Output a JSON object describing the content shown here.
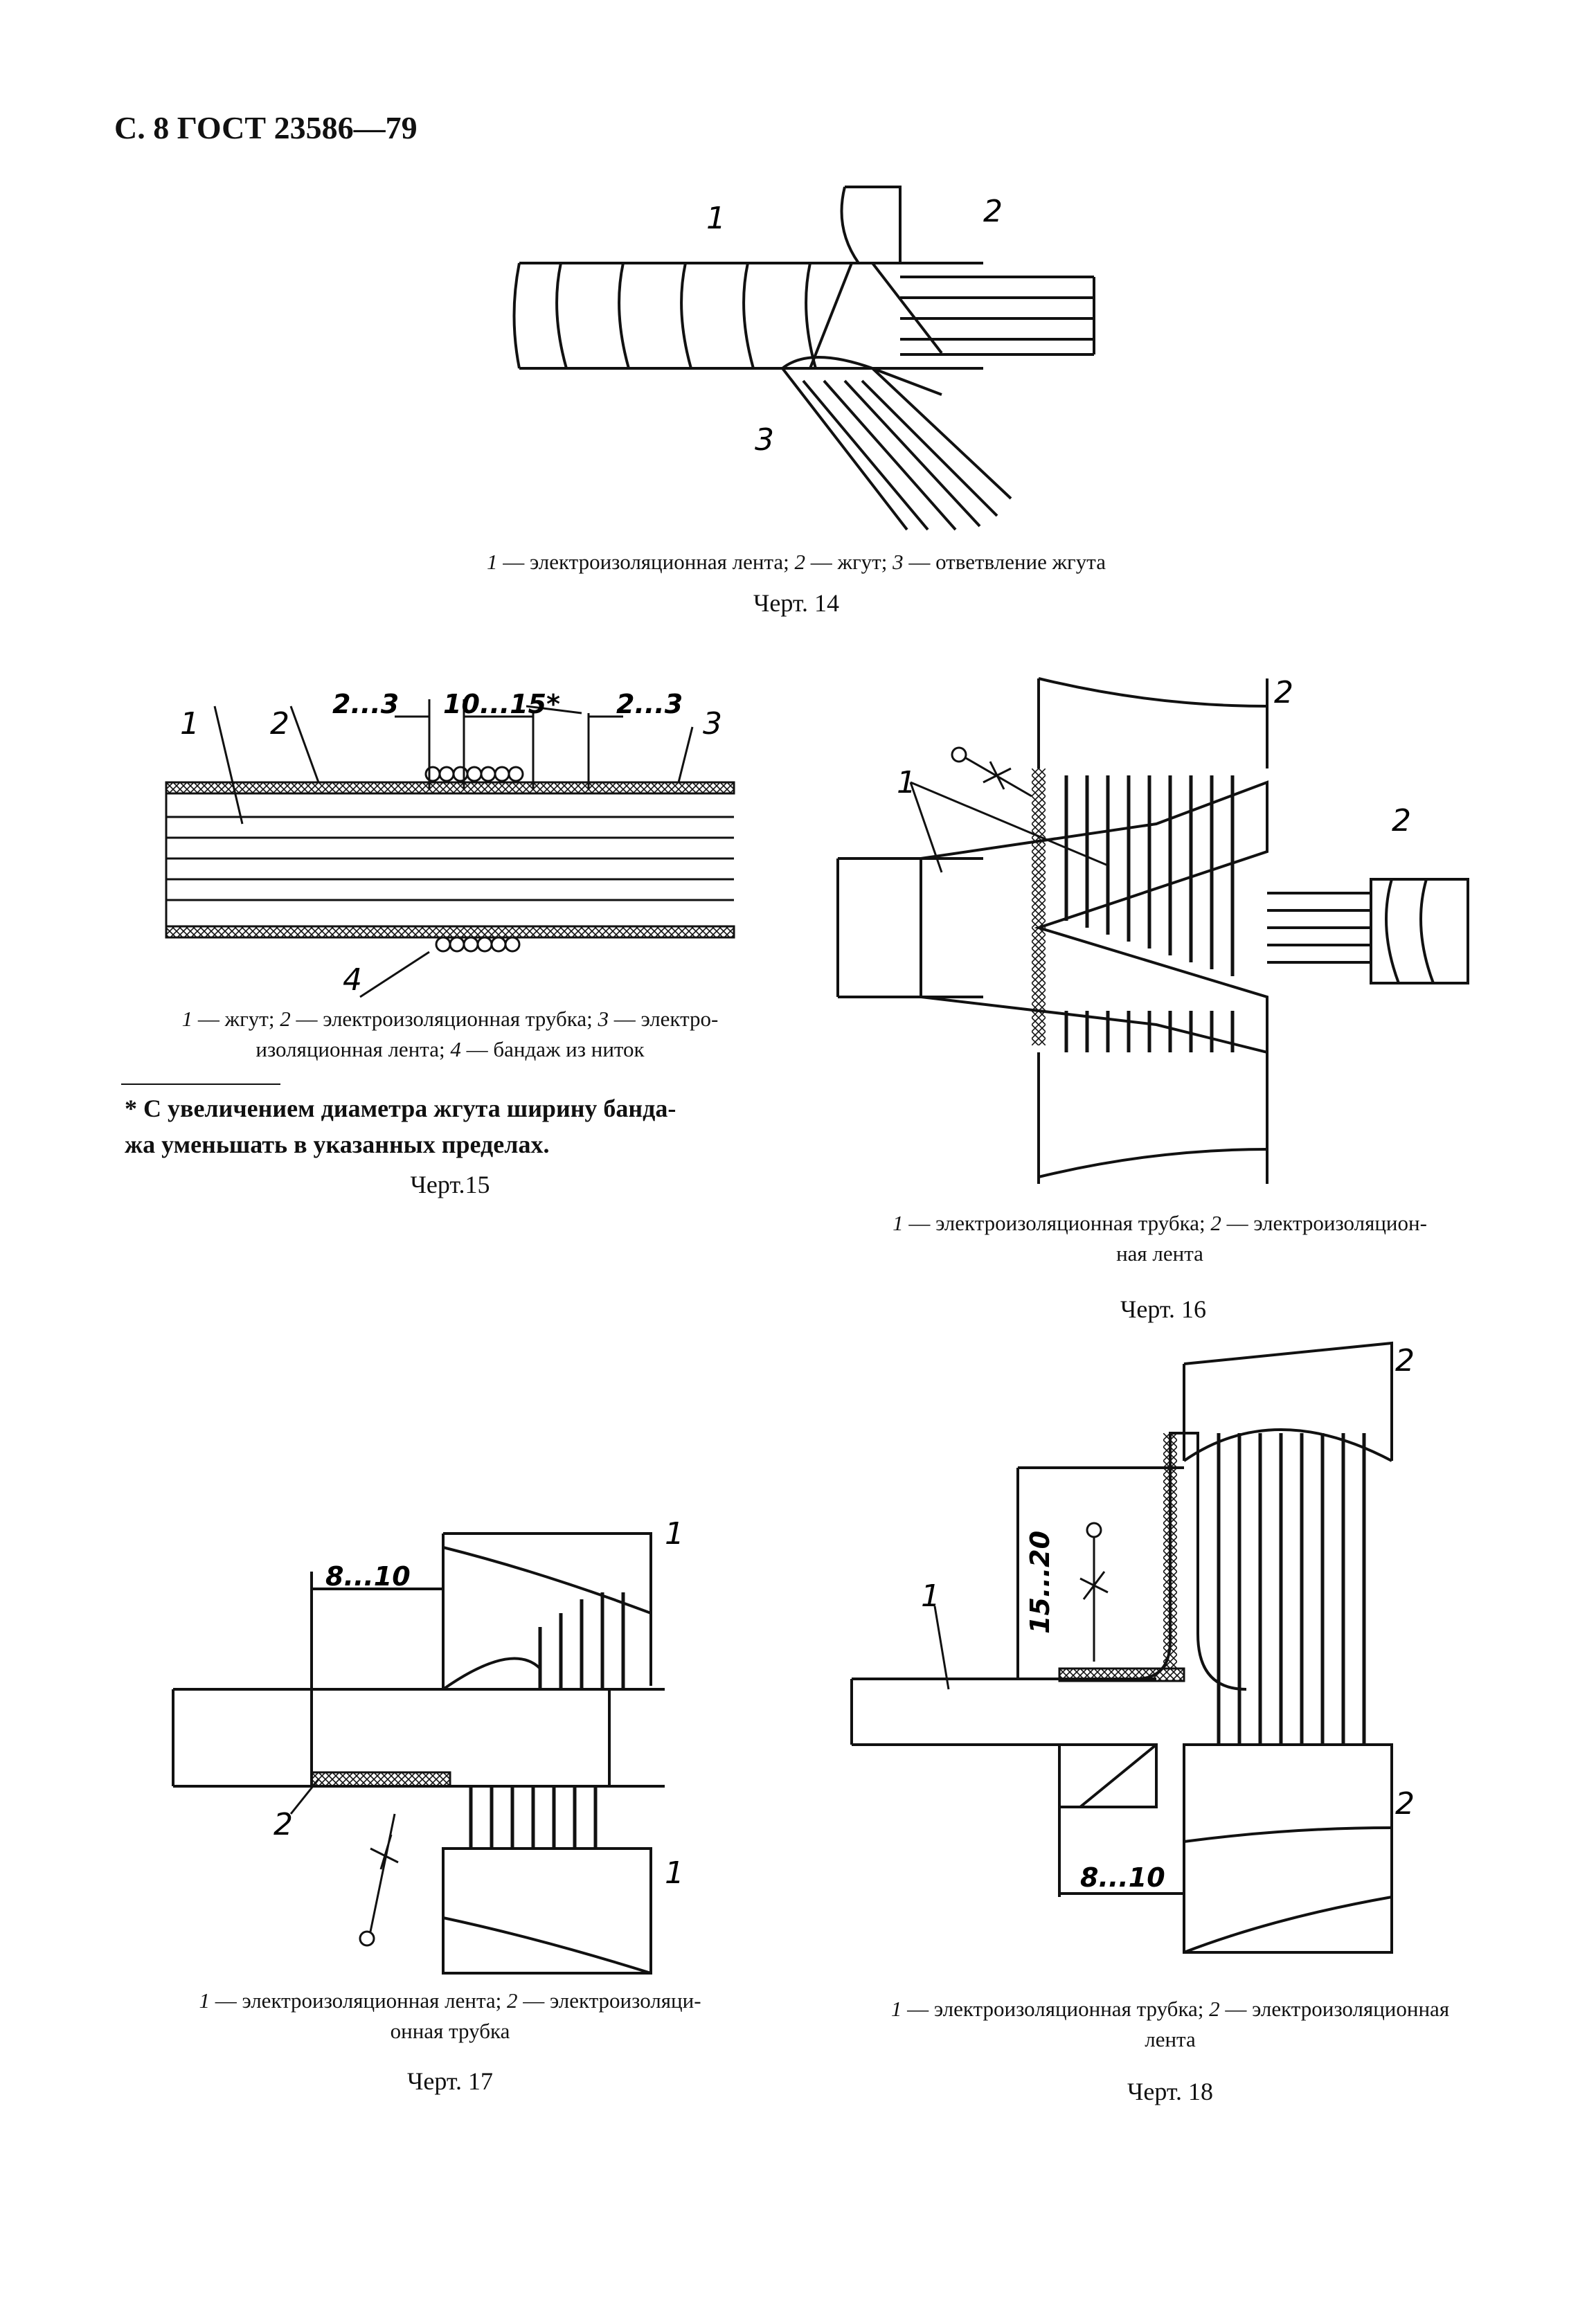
{
  "header": "С. 8 ГОСТ 23586—79",
  "figures": {
    "f14": {
      "labels": [
        "1",
        "2",
        "3"
      ],
      "caption": [
        {
          "num": "1",
          "text": " — электроизоляционная лента; "
        },
        {
          "num": "2",
          "text": " — жгут; "
        },
        {
          "num": "3",
          "text": " — ответвление жгута"
        }
      ],
      "title": "Черт. 14"
    },
    "f15": {
      "labels": [
        "1",
        "2",
        "3",
        "4"
      ],
      "dims": [
        "2...3",
        "10...15*",
        "2...3"
      ],
      "caption_line1": [
        {
          "num": "1",
          "text": " — жгут; "
        },
        {
          "num": "2",
          "text": " — электроизоляционная трубка; "
        },
        {
          "num": "3",
          "text": " — электро-"
        }
      ],
      "caption_line2": [
        {
          "num": "",
          "text": "изоляционная лента; "
        },
        {
          "num": "4",
          "text": " — бандаж из ниток"
        }
      ],
      "footnote_line1": "*  С увеличением диаметра жгута ширину банда-",
      "footnote_line2": "жа уменьшать в указанных пределах.",
      "title": "Черт.15"
    },
    "f16": {
      "labels": [
        "1",
        "2",
        "2"
      ],
      "caption_line1": [
        {
          "num": "1",
          "text": " — электроизоляционная трубка; "
        },
        {
          "num": "2",
          "text": " — электроизоляцион-"
        }
      ],
      "caption_line2": "ная лента",
      "title": "Черт. 16"
    },
    "f17": {
      "labels": [
        "1",
        "1",
        "2"
      ],
      "dims": [
        "8...10"
      ],
      "caption_line1": [
        {
          "num": "1",
          "text": " — электроизоляционная лента; "
        },
        {
          "num": "2",
          "text": " — электроизоляци-"
        }
      ],
      "caption_line2": "онная трубка",
      "title": "Черт. 17"
    },
    "f18": {
      "labels": [
        "1",
        "2",
        "2"
      ],
      "dims": [
        "15...20",
        "8...10"
      ],
      "caption_line1": [
        {
          "num": "1",
          "text": " — электроизоляционная трубка; "
        },
        {
          "num": "2",
          "text": " — электроизоляционная"
        }
      ],
      "caption_line2": "лента",
      "title": "Черт. 18"
    }
  }
}
